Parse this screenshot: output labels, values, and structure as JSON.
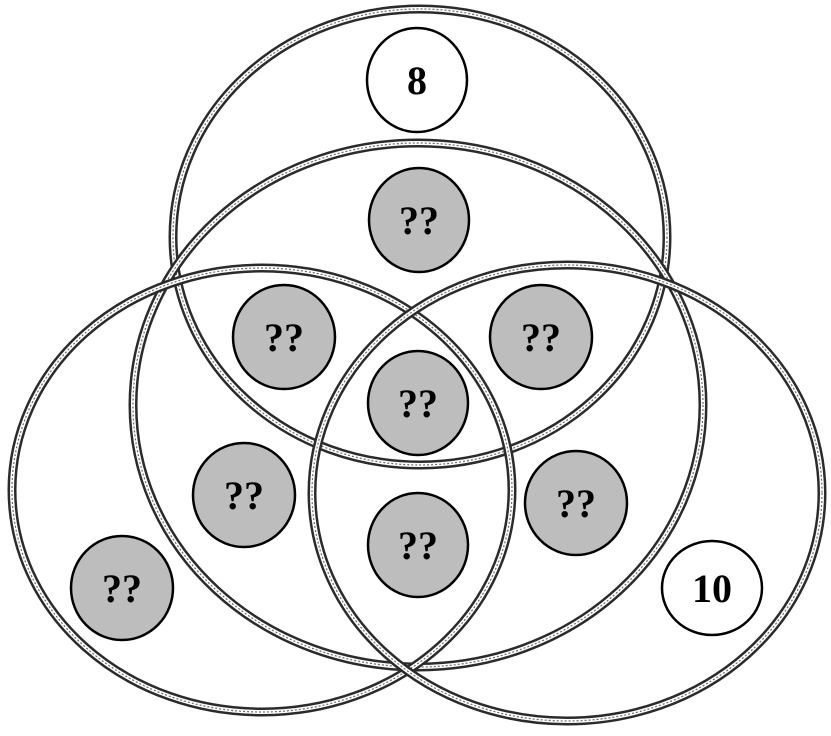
{
  "circles": [
    {
      "id": "top"
    },
    {
      "id": "middle"
    },
    {
      "id": "left"
    },
    {
      "id": "right"
    }
  ],
  "nodes": [
    {
      "name": "node-top-only",
      "label": "8",
      "style": "white"
    },
    {
      "name": "node-top-middle",
      "label": "??",
      "style": "gray"
    },
    {
      "name": "node-top-left-middle",
      "label": "??",
      "style": "gray"
    },
    {
      "name": "node-top-right-middle",
      "label": "??",
      "style": "gray"
    },
    {
      "name": "node-center",
      "label": "??",
      "style": "gray"
    },
    {
      "name": "node-left-middle",
      "label": "??",
      "style": "gray"
    },
    {
      "name": "node-left-right-middle",
      "label": "??",
      "style": "gray"
    },
    {
      "name": "node-right-middle",
      "label": "??",
      "style": "gray"
    },
    {
      "name": "node-left-only",
      "label": "??",
      "style": "gray"
    },
    {
      "name": "node-right-only",
      "label": "10",
      "style": "white"
    }
  ],
  "colors": {
    "gray_fill": "#bdbdbd",
    "white_fill": "#ffffff",
    "ring": "#2b2b2b"
  }
}
